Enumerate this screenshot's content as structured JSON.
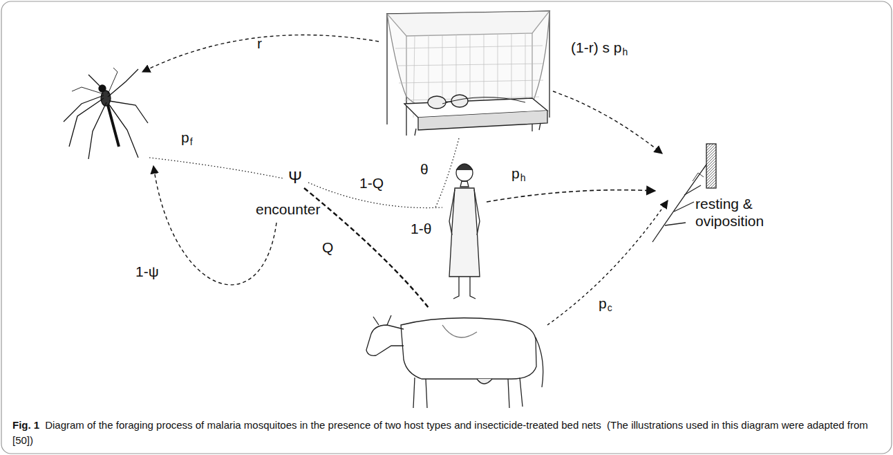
{
  "diagram": {
    "caption": "Diagram of the foraging process of malaria mosquitoes in the presence of two host types and insecticide-treated bed nets  (The illustrations used in this diagram were adapted from [50])",
    "labels": [
      "r",
      "(1-r) s p",
      "h",
      "p",
      "f",
      "Ψ",
      "1-Q",
      "θ",
      "p",
      "h",
      "encounter",
      "1-θ",
      "resting & oviposition",
      "Q",
      "1-ψ",
      "p",
      "c",
      "Fig. 1"
    ]
  }
}
